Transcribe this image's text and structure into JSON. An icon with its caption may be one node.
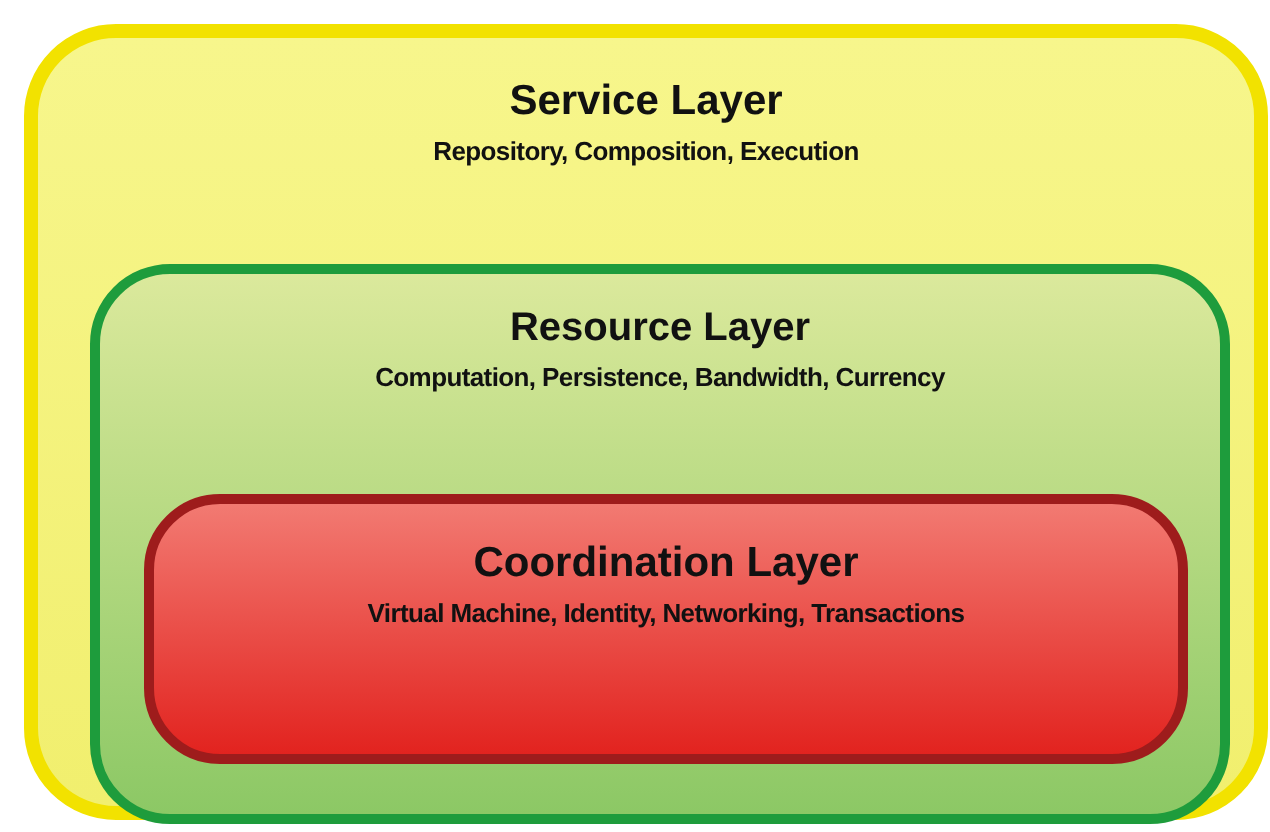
{
  "diagram": {
    "nodes": [
      {
        "text": [
          "Service Layer",
          "Repository, Composition, Execution"
        ]
      },
      {
        "text": [
          "Resource Layer",
          "Computation, Persistence, Bandwidth, Currency"
        ],
        "in": 0
      },
      {
        "text": [
          "Coordination Layer",
          "Virtual Machine, Identity, Networking, Transactions"
        ],
        "in": 1
      }
    ]
  }
}
